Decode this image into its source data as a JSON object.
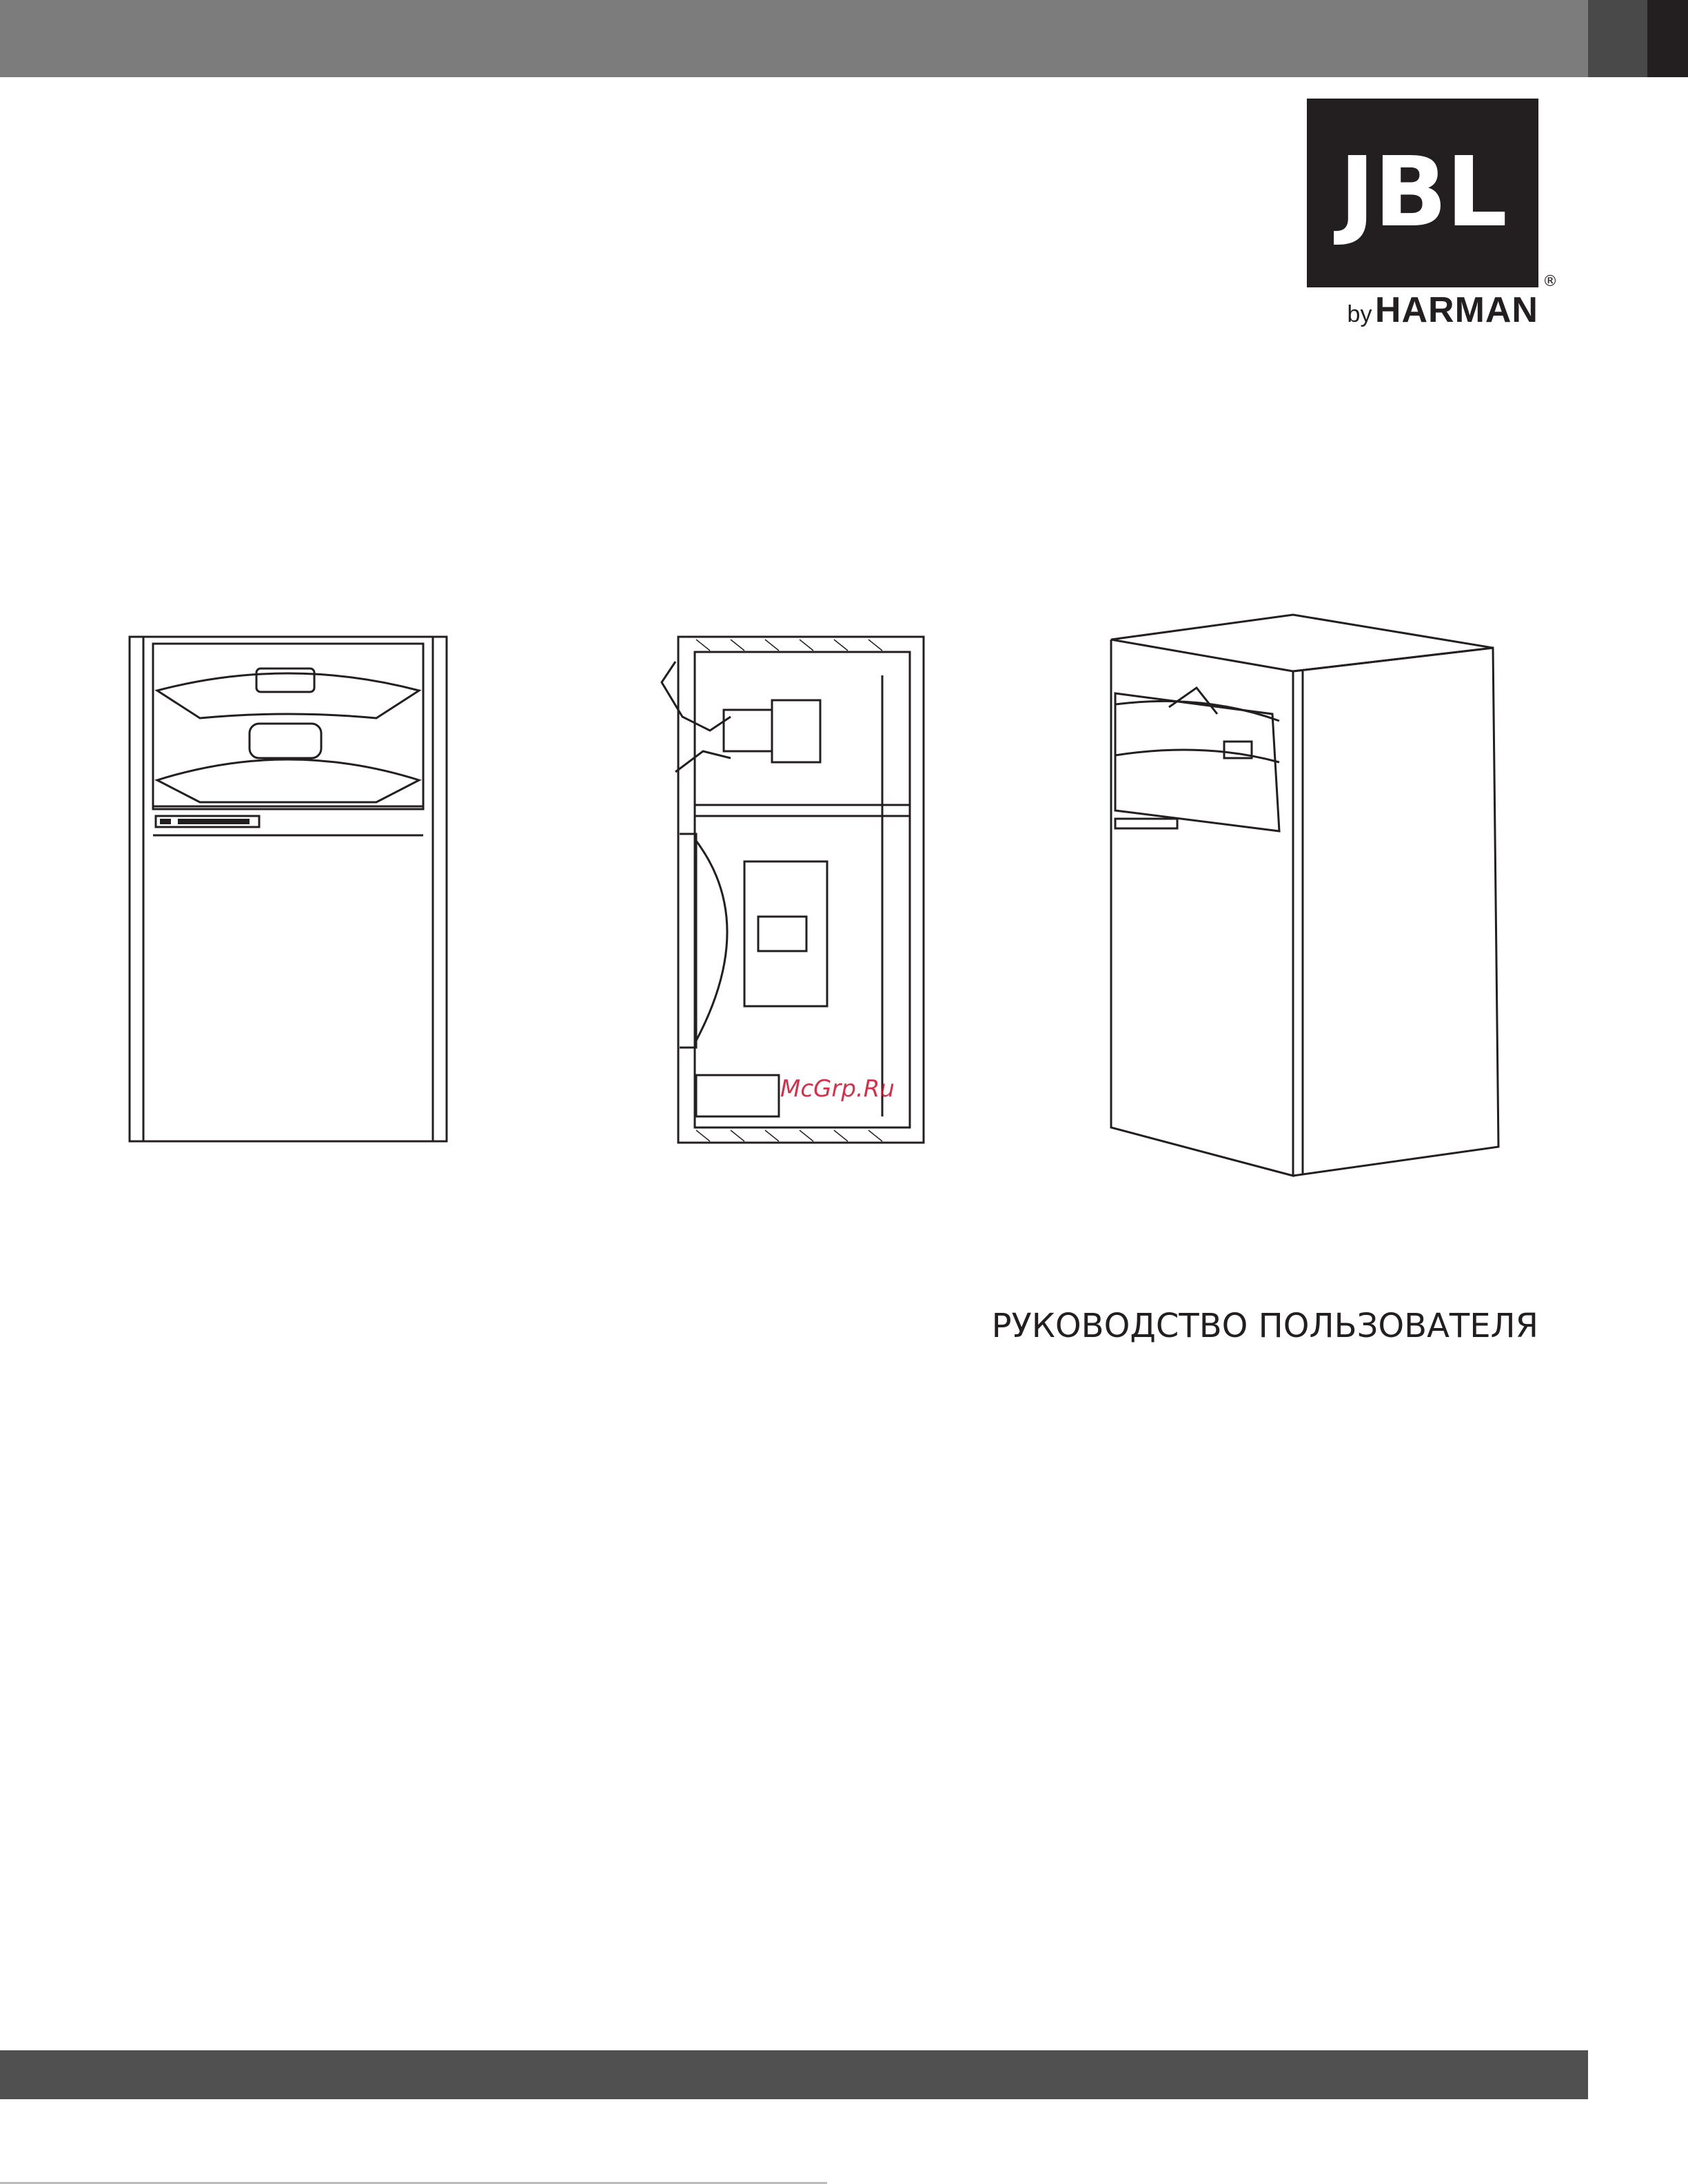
{
  "brand": {
    "logo_text": "JBL",
    "registered_mark": "®",
    "by_label": "by",
    "company": "HARMAN"
  },
  "figures": {
    "front_view": {
      "icon": "speaker-front-view-drawing"
    },
    "cross_section": {
      "icon": "speaker-cross-section-drawing"
    },
    "perspective_view": {
      "icon": "speaker-perspective-drawing"
    }
  },
  "watermark": {
    "text": "McGrp.Ru"
  },
  "document": {
    "title": "РУКОВОДСТВО ПОЛЬЗОВАТЕЛЯ"
  },
  "colors": {
    "top_bar": "#7d7c7c",
    "top_tab_dark": "#4a4949",
    "top_tab_black": "#231f20",
    "bottom_bar": "#505050",
    "watermark": "#c8102e"
  }
}
